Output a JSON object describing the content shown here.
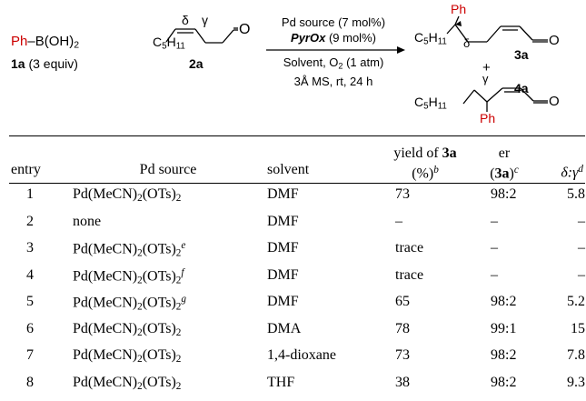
{
  "scheme": {
    "reagent_prefix": "Ph",
    "reagent_suffix": "–B(OH)",
    "reagent_sub": "2",
    "reagent_label_bold": "1a",
    "reagent_label_rest": " (3 equiv)",
    "substrate_chain": "C",
    "substrate_chain_sub1": "5",
    "substrate_chain_mid": "H",
    "substrate_chain_sub2": "11",
    "substrate_label": "2a",
    "delta": "δ",
    "gamma": "γ",
    "oxygen": "O",
    "cond_line1": "Pd source (7 mol%)",
    "cond_line2_bold": "PyrOx",
    "cond_line2_rest": " (9 mol%)",
    "cond_line3": "Solvent, O",
    "cond_line3_sub": "2",
    "cond_line3_tail": " (1 atm)",
    "cond_line4": "3Å MS, rt, 24 h",
    "product1_ph": "Ph",
    "product1_label": "3a",
    "plus": "+",
    "product2_ph": "Ph",
    "product2_label": "4a"
  },
  "table": {
    "headers": {
      "entry": "entry",
      "pd_source": "Pd source",
      "solvent": "solvent",
      "yield_line1": "yield of ",
      "yield_bold": "3a",
      "yield_line2": "(%)",
      "yield_sup": "b",
      "er_line1": "er",
      "er_line2_open": "(",
      "er_bold": "3a",
      "er_line2_close": ")",
      "er_sup": "c",
      "ratio": "δ:γ",
      "ratio_sup": "d"
    },
    "pd_parts": {
      "base": "Pd(MeCN)",
      "sub2": "2",
      "mid": "(OTs)",
      "tail_sub": "2"
    },
    "rows": [
      {
        "entry": "1",
        "pd_kind": "pd",
        "pd_sup": "",
        "solvent": "DMF",
        "yield": "73",
        "er": "98:2",
        "ratio": "5.8"
      },
      {
        "entry": "2",
        "pd_kind": "none",
        "pd_text": "none",
        "solvent": "DMF",
        "yield": "–",
        "er": "–",
        "ratio": "–"
      },
      {
        "entry": "3",
        "pd_kind": "pd",
        "pd_sup": "e",
        "solvent": "DMF",
        "yield": "trace",
        "er": "–",
        "ratio": "–"
      },
      {
        "entry": "4",
        "pd_kind": "pd",
        "pd_sup": "f",
        "solvent": "DMF",
        "yield": "trace",
        "er": "–",
        "ratio": "–"
      },
      {
        "entry": "5",
        "pd_kind": "pd",
        "pd_sup": "g",
        "solvent": "DMF",
        "yield": "65",
        "er": "98:2",
        "ratio": "5.2"
      },
      {
        "entry": "6",
        "pd_kind": "pd",
        "pd_sup": "",
        "solvent": "DMA",
        "yield": "78",
        "er": "99:1",
        "ratio": "15"
      },
      {
        "entry": "7",
        "pd_kind": "pd",
        "pd_sup": "",
        "solvent": "1,4-dioxane",
        "yield": "73",
        "er": "98:2",
        "ratio": "7.8"
      },
      {
        "entry": "8",
        "pd_kind": "pd",
        "pd_sup": "",
        "solvent": "THF",
        "yield": "38",
        "er": "98:2",
        "ratio": "9.3"
      }
    ]
  }
}
